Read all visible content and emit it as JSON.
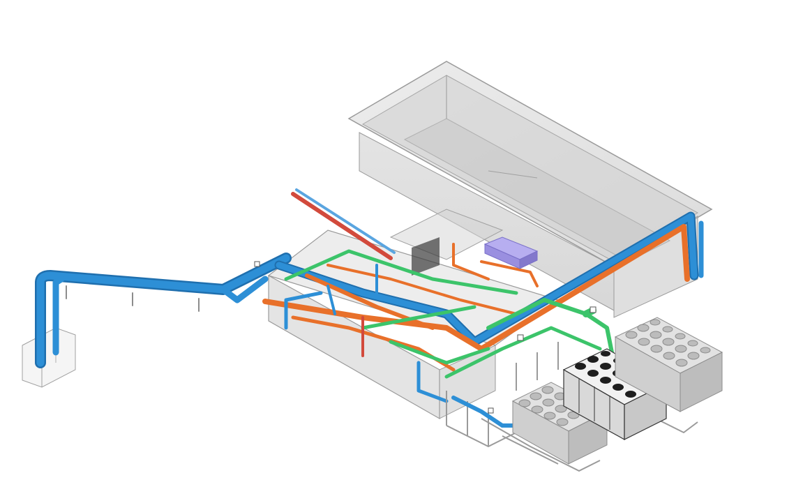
{
  "colors": {
    "background": "#ffffff",
    "pipe_blue": "#2d8fd6",
    "pipe_blue_dark": "#1f6fae",
    "pipe_orange": "#e8702a",
    "pipe_green": "#3cc46a",
    "pipe_red": "#d24a3c",
    "glass_fill": "#d6d6d6",
    "structure_stroke": "#8c8c8c",
    "equipment_purple": "#9a8fe0",
    "fan_dark": "#1e1e1e",
    "unit_gray": "#cfcfcf"
  },
  "components": {
    "roof_tank": "translucent-rooftop-enclosure",
    "plant_room": "translucent-plant-room",
    "riser_box": "vertical-riser-enclosure",
    "chillers": [
      "air-cooled-chiller-left",
      "air-cooled-chiller-center",
      "air-cooled-chiller-right"
    ],
    "pipe_systems": [
      "chilled-water-supply",
      "condenser-return",
      "glycol-loop",
      "hot-water"
    ]
  }
}
